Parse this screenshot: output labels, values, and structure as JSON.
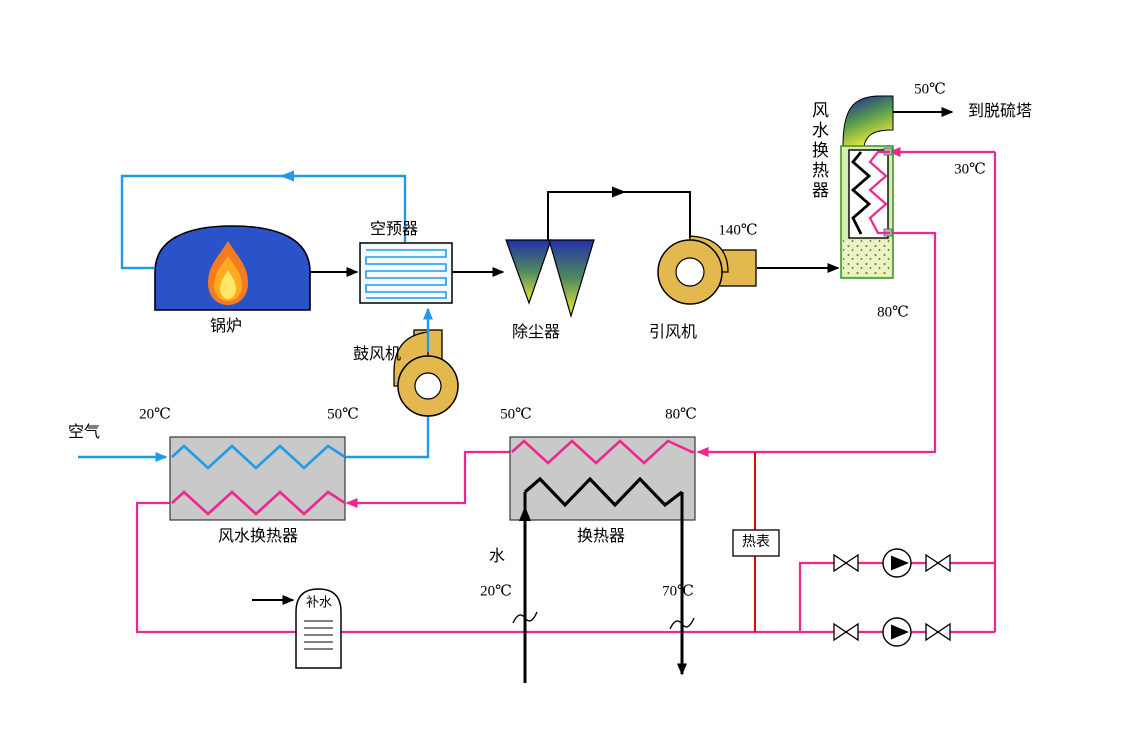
{
  "components": {
    "boiler": "锅炉",
    "air_preheater": "空预器",
    "forced_draft_fan": "鼓风机",
    "dust_collector": "除尘器",
    "induced_draft_fan": "引风机",
    "flue_water_hx": "风水换热器",
    "air_water_hx": "风水换热器",
    "water_heat_exchanger": "换热器",
    "heat_meter": "热表",
    "makeup_water_tank": "补水"
  },
  "streams": {
    "air": "空气",
    "water": "水",
    "to_desulfurization_tower": "到脱硫塔"
  },
  "temperatures": {
    "stack_outlet": "50℃",
    "water_return": "30℃",
    "flue_gas_to_hx": "140℃",
    "water_supply": "80℃",
    "air_inlet": "20℃",
    "air_outlet": "50℃",
    "exchanger_left": "50℃",
    "exchanger_right": "80℃",
    "water_inlet": "20℃",
    "water_outlet": "70℃"
  },
  "colors": {
    "air_line": "#1E9BE8",
    "hot_water_line": "#F0268E",
    "heat_meter_line": "#E60000",
    "flue_gas_line": "#000000",
    "boiler_fill": "#2A52C9",
    "fan_fill": "#E3B94F",
    "exchanger_fill": "#C9C9C9",
    "hx_shell_fill": "#D9EDB3"
  }
}
